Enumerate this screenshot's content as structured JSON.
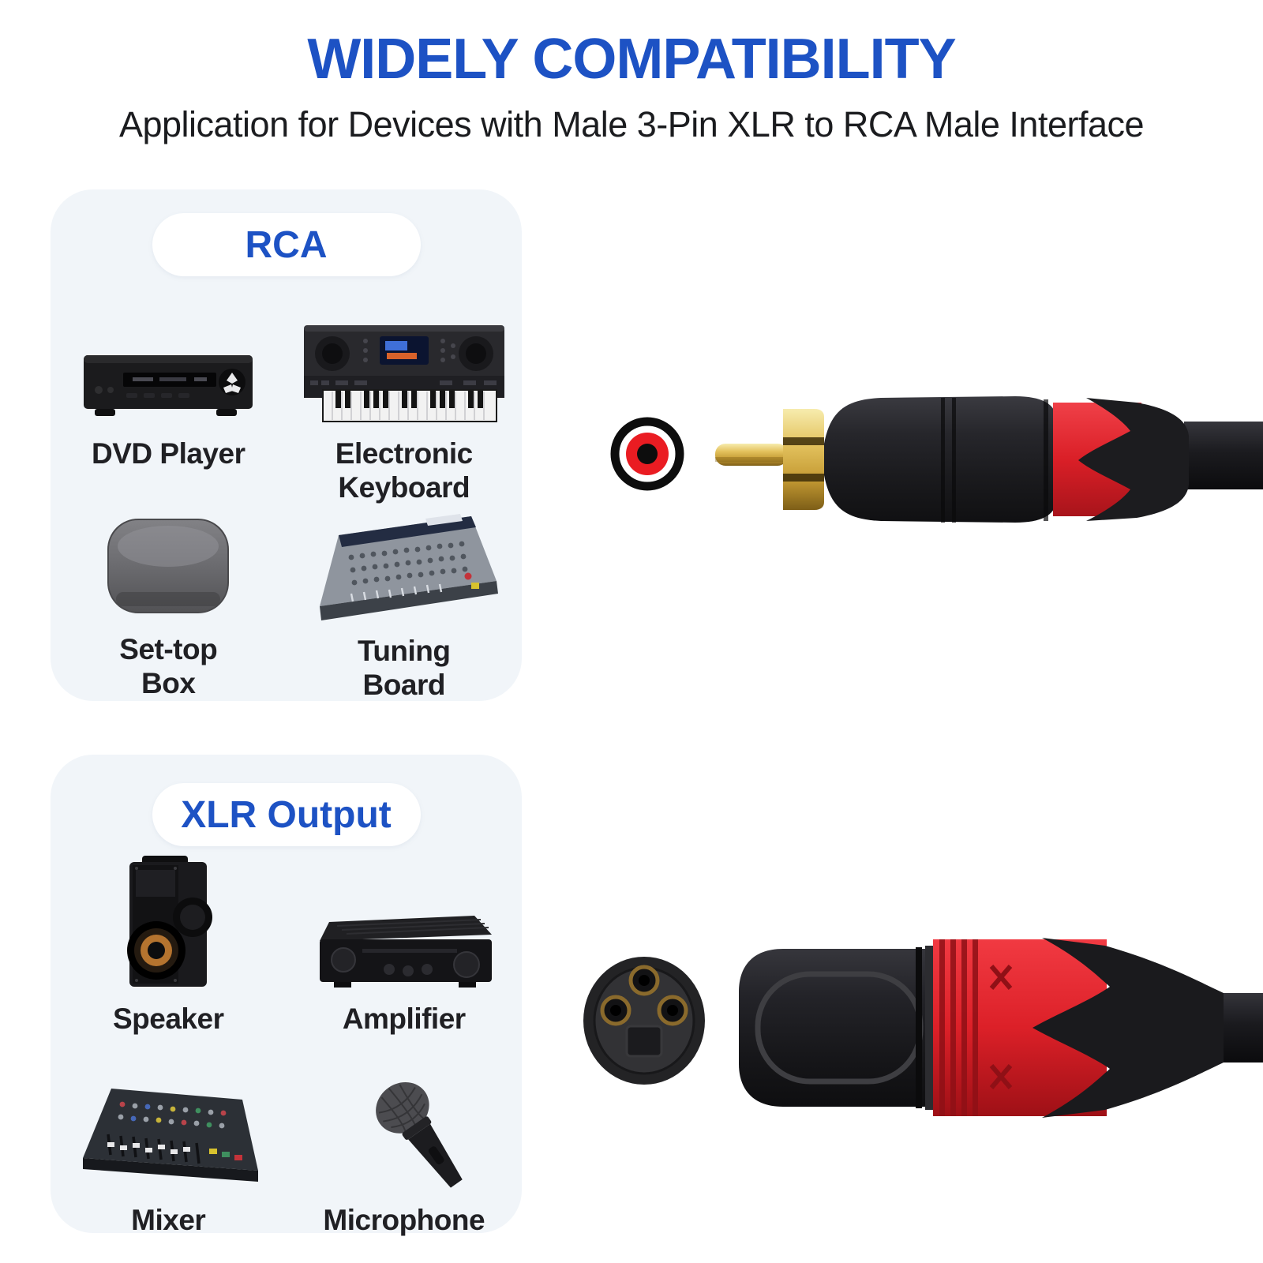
{
  "header": {
    "title": "WIDELY COMPATIBILITY",
    "subtitle": "Application for Devices with Male 3-Pin XLR to RCA Male Interface"
  },
  "panels": [
    {
      "label": "RCA",
      "devices": [
        {
          "name": "DVD Player",
          "icon": "dvd-player-icon"
        },
        {
          "name": "Electronic Keyboard",
          "icon": "electronic-keyboard-icon"
        },
        {
          "name": "Set-top Box",
          "icon": "set-top-box-icon"
        },
        {
          "name": "Tuning Board",
          "icon": "tuning-board-icon"
        }
      ]
    },
    {
      "label": "XLR Output",
      "devices": [
        {
          "name": "Speaker",
          "icon": "speaker-icon"
        },
        {
          "name": "Amplifier",
          "icon": "amplifier-icon"
        },
        {
          "name": "Mixer",
          "icon": "mixer-icon"
        },
        {
          "name": "Microphone",
          "icon": "microphone-icon"
        }
      ]
    }
  ],
  "connectors": {
    "rca": {
      "jack_icon": "rca-jack-icon",
      "plug_icon": "rca-male-plug-icon"
    },
    "xlr": {
      "socket_icon": "xlr-female-socket-icon",
      "plug_icon": "xlr-male-plug-icon"
    }
  },
  "colors": {
    "accent_blue": "#1d52c4",
    "accent_red": "#da2128",
    "gold": "#d9b44a",
    "panel_background": "#f1f5f9",
    "text_dark": "#1d1e21"
  }
}
